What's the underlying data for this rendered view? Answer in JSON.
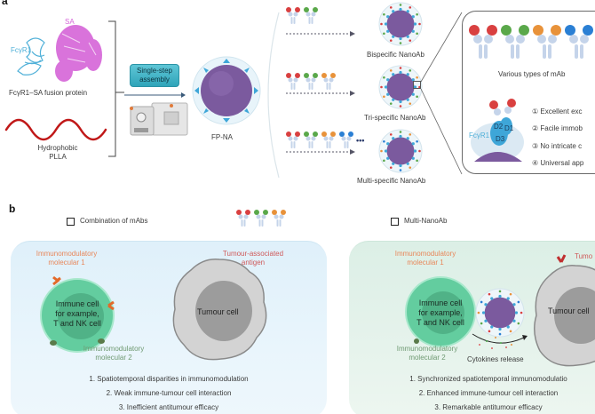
{
  "panel_a": {
    "label": "a",
    "protein_labels": {
      "sa": "SA",
      "fcyr1": "FcγR1",
      "fusion": "FcγR1–SA fusion protein"
    },
    "polymer_label_line1": "Hydrophobic",
    "polymer_label_line2": "PLLA",
    "assembly_button_line1": "Single-step",
    "assembly_button_line2": "assembly",
    "product_label": "FP-NA",
    "nanoab_types": [
      {
        "label": "Bispecific NanoAb",
        "antibody_colors": [
          "#d94040",
          "#5aa84a"
        ]
      },
      {
        "label": "Tri-specific NanoAb",
        "antibody_colors": [
          "#d94040",
          "#5aa84a",
          "#e8923a"
        ]
      },
      {
        "label": "Multi-specific NanoAb",
        "antibody_colors": [
          "#d94040",
          "#5aa84a",
          "#e8923a",
          "#2a7fd4"
        ]
      }
    ],
    "ellipsis": "•••",
    "zoom_panel": {
      "mab_caption": "Various types of mAb",
      "mab_colors": [
        "#d94040",
        "#5aa84a",
        "#e8923a",
        "#2a7fd4"
      ],
      "receptor_label": "FcγR1",
      "domains": [
        "D2",
        "D1",
        "D3"
      ],
      "advantages": [
        "① Excellent exc",
        "② Facile immob",
        "③ No intricate c",
        "④ Universal app"
      ]
    }
  },
  "panel_b": {
    "label": "b",
    "left": {
      "legend": "Combination of mAbs",
      "imm1_line1": "Immunomodulatory",
      "imm1_line2": "molecular 1",
      "imm2_line1": "Immunomodulatory",
      "imm2_line2": "molecular 2",
      "immune_cell_line1": "Immune cell",
      "immune_cell_line2": "for example,",
      "immune_cell_line3": "T and NK cell",
      "antigen_line1": "Tumour-associated",
      "antigen_line2": "antigen",
      "tumour_cell": "Tumour cell",
      "points": [
        "1. Spatiotemporal disparities in immunomodulation",
        "2. Weak immune-tumour cell interaction",
        "3. Inefficient antitumour efficacy"
      ]
    },
    "right": {
      "legend": "Multi-NanoAb",
      "imm1_line1": "Immunomodulatory",
      "imm1_line2": "molecular 1",
      "imm2_line1": "Immunomodulatory",
      "imm2_line2": "molecular 2",
      "immune_cell_line1": "Immune cell",
      "immune_cell_line2": "for example,",
      "immune_cell_line3": "T and NK cell",
      "antigen_partial": "Tumo",
      "tumour_cell": "Tumour cell",
      "cytokines": "Cytokines release",
      "points": [
        "1. Synchronized spatiotemporal immunomodulatio",
        "2. Enhanced immune-tumour cell interaction",
        "3. Remarkable antitumour efficacy"
      ]
    }
  },
  "colors": {
    "fcyr1": "#4fb0d8",
    "sa": "#d564d8",
    "plla": "#c01818",
    "nanoparticle": "#7b5a9e",
    "immune_cell": "#5fc79a",
    "tumour_cell": "#a9a9a9"
  }
}
